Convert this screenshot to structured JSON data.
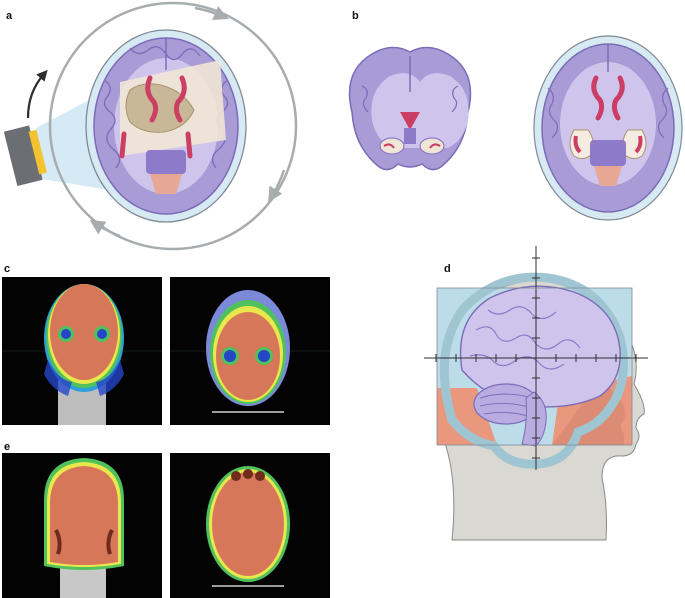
{
  "panels": {
    "a": "a",
    "b": "b",
    "c": "c",
    "d": "d",
    "e": "e"
  },
  "colors": {
    "brain_purple": "#a99bd6",
    "brain_light": "#cfc5ec",
    "brain_outline": "#7a6cb8",
    "ventricle_red": "#cc3f64",
    "skull_blue": "#d7eaf3",
    "beam_blue": "#cfe6f4",
    "gantry_gray": "#6b6e72",
    "gantry_yellow": "#f2c230",
    "dose_orange": "#d7775a",
    "dose_cold_blue": "#2446c8",
    "skin": "#d9d8d2",
    "field_blue": "#bcdce9",
    "field_orange": "#e9987e",
    "scan_black": "#030303"
  },
  "icons": {
    "gantry": "radiation-source-icon",
    "rotation_arrow": "curved-arrow-icon"
  }
}
